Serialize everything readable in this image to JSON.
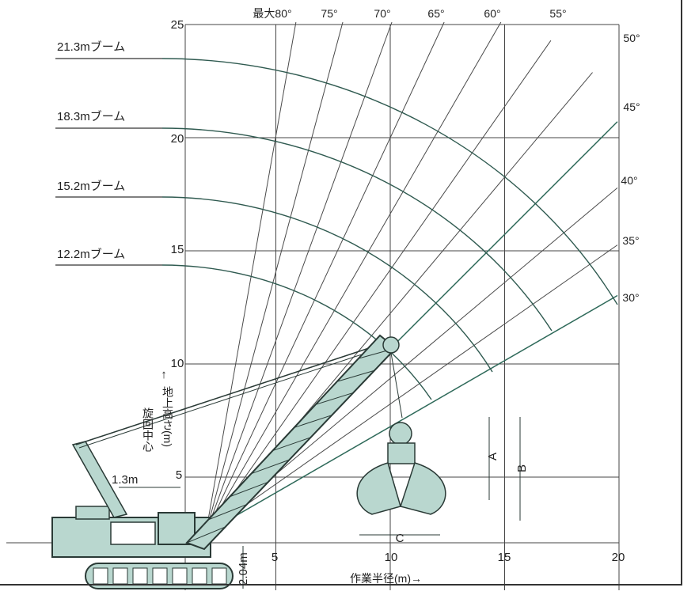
{
  "axes": {
    "x_ticks": [
      "5",
      "10",
      "15",
      "20"
    ],
    "y_ticks": [
      "5",
      "10",
      "15",
      "20",
      "25"
    ],
    "x_label": "作業半径(m)→",
    "y_label_right": "地上高さ(m)",
    "y_label_left": "旋回中心",
    "y_arrow": "↑"
  },
  "angles": {
    "max_label": "最大80°",
    "items": [
      "75°",
      "70°",
      "65°",
      "60°",
      "55°",
      "50°",
      "45°",
      "40°",
      "35°",
      "30°"
    ]
  },
  "boom_lengths": [
    "21.3mブーム",
    "18.3mブーム",
    "15.2mブーム",
    "12.2mブーム"
  ],
  "dimensions": {
    "pivot_offset": "1.3m",
    "pivot_height": "2.04m",
    "bucket_a": "A",
    "bucket_b": "B",
    "bucket_c": "C"
  },
  "chart_data": {
    "type": "diagram",
    "xlabel": "作業半径(m)→",
    "ylabel": "地上高さ(m)",
    "xlim": [
      0,
      20
    ],
    "ylim": [
      0,
      25
    ],
    "boom_lengths_m": [
      21.3,
      18.3,
      15.2,
      12.2
    ],
    "boom_angles_deg": [
      80,
      75,
      70,
      65,
      60,
      55,
      50,
      45,
      40,
      35,
      30
    ],
    "pivot_offset_m": 1.3,
    "pivot_height_m": 2.04
  }
}
